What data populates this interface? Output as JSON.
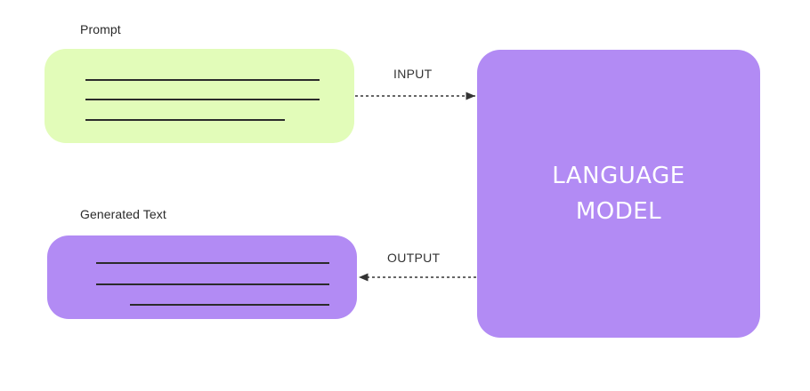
{
  "prompt": {
    "label": "Prompt",
    "fill_color": "#e2fcb9"
  },
  "generated_text": {
    "label": "Generated Text",
    "fill_color": "#b28bf4"
  },
  "language_model": {
    "title_line1": "LANGUAGE",
    "title_line2": "MODEL",
    "fill_color": "#b28bf4"
  },
  "connectors": {
    "input_label": "INPUT",
    "output_label": "OUTPUT",
    "style": "dashed-arrow"
  }
}
